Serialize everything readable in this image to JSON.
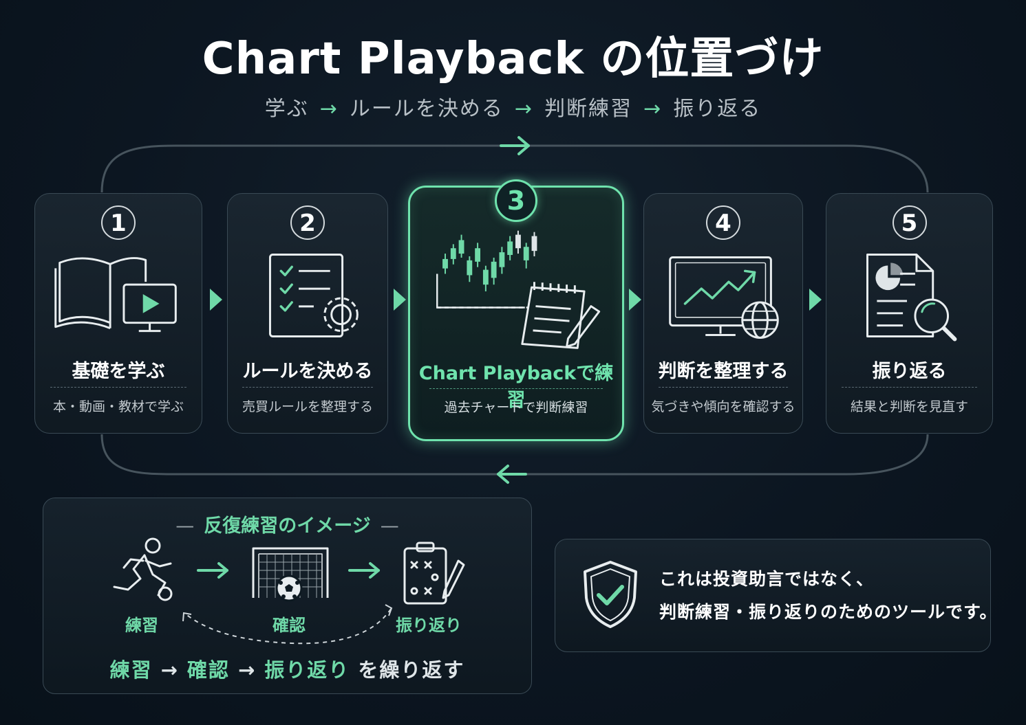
{
  "header": {
    "title": "Chart Playback の位置づけ",
    "subtitle_steps": [
      "学ぶ",
      "ルールを決める",
      "判断練習",
      "振り返る"
    ],
    "arrow": "→"
  },
  "steps": [
    {
      "number": "1",
      "title": "基礎を学ぶ",
      "desc": "本・動画・教材で学ぶ",
      "icon": "book-video-icon"
    },
    {
      "number": "2",
      "title": "ルールを決める",
      "desc": "売買ルールを整理する",
      "icon": "checklist-gear-icon"
    },
    {
      "number": "3",
      "title": "Chart Playbackで練習",
      "desc": "過去チャートで判断練習",
      "icon": "candlestick-notepad-icon"
    },
    {
      "number": "4",
      "title": "判断を整理する",
      "desc": "気づきや傾向を確認する",
      "icon": "monitor-trend-globe-icon"
    },
    {
      "number": "5",
      "title": "振り返る",
      "desc": "結果と判断を見直す",
      "icon": "report-magnifier-icon"
    }
  ],
  "practice": {
    "title": "反復練習のイメージ",
    "title_dash": "—",
    "labels": [
      "練習",
      "確認",
      "振り返り"
    ],
    "flow": [
      "練習",
      "確認",
      "振り返り"
    ],
    "flow_tail": "を繰り返す"
  },
  "notice": {
    "line1": "これは投資助言ではなく、",
    "line2": "判断練習・振り返りのためのツールです。"
  },
  "colors": {
    "accent": "#6fe3ad",
    "background": "#0c1621",
    "card_border": "#3a4a55"
  }
}
